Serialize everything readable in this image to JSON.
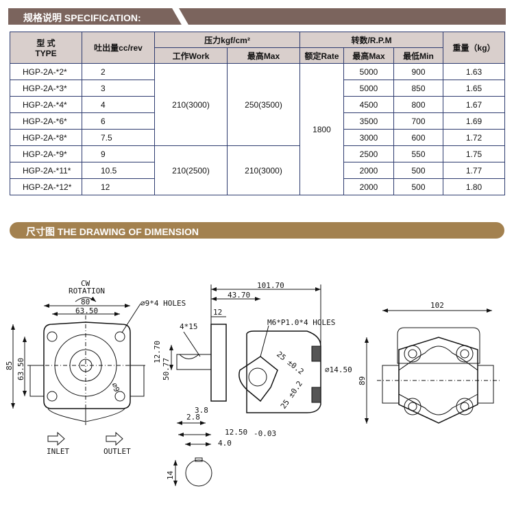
{
  "spec_header": "规格说明 SPECIFICATION:",
  "table": {
    "headers": {
      "type_cn": "型 式",
      "type_en": "TYPE",
      "displacement": "吐出量cc/rev",
      "pressure": "压力kgf/cm²",
      "work": "工作Work",
      "max": "最高Max",
      "speed": "转数/R.P.M",
      "rate": "额定Rate",
      "speed_max": "最高Max",
      "speed_min": "最低Min",
      "weight": "重量（kg）"
    },
    "rows": [
      {
        "type": "HGP-2A-*2*",
        "disp": "2",
        "max_rpm": "5000",
        "min_rpm": "900",
        "weight": "1.63"
      },
      {
        "type": "HGP-2A-*3*",
        "disp": "3",
        "max_rpm": "5000",
        "min_rpm": "850",
        "weight": "1.65"
      },
      {
        "type": "HGP-2A-*4*",
        "disp": "4",
        "max_rpm": "4500",
        "min_rpm": "800",
        "weight": "1.67"
      },
      {
        "type": "HGP-2A-*6*",
        "disp": "6",
        "max_rpm": "3500",
        "min_rpm": "700",
        "weight": "1.69"
      },
      {
        "type": "HGP-2A-*8*",
        "disp": "7.5",
        "max_rpm": "3000",
        "min_rpm": "600",
        "weight": "1.72"
      },
      {
        "type": "HGP-2A-*9*",
        "disp": "9",
        "max_rpm": "2500",
        "min_rpm": "550",
        "weight": "1.75"
      },
      {
        "type": "HGP-2A-*11*",
        "disp": "10.5",
        "max_rpm": "2000",
        "min_rpm": "500",
        "weight": "1.77"
      },
      {
        "type": "HGP-2A-*12*",
        "disp": "12",
        "max_rpm": "2000",
        "min_rpm": "500",
        "weight": "1.80"
      }
    ],
    "group1": {
      "work": "210(3000)",
      "max": "250(3500)"
    },
    "group2": {
      "work": "210(2500)",
      "max": "210(3000)"
    },
    "rate": "1800"
  },
  "drawing_header": "尺寸图 THE DRAWING OF DIMENSION",
  "drawing": {
    "cw": "CW",
    "rotation": "ROTATION",
    "d80": "80",
    "d6350a": "63.50",
    "d85": "85",
    "d6350b": "63.50",
    "holes9": "⌀9*4 HOLES",
    "d09": "⌀9",
    "inlet": "INLET",
    "outlet": "OUTLET",
    "d10170": "101.70",
    "d4370": "43.70",
    "d12": "12",
    "m6": "M6*P1.0*4 HOLES",
    "d415": "4*15",
    "d1270": "12.70",
    "d1450": "⌀14.50",
    "d25a": "25 ±0.2",
    "d25b": "25 ±0.2",
    "d38": "3.8",
    "d28": "2.8",
    "d1250": "12.50",
    "d1250tol": "-0.03",
    "d40": "4.0",
    "d14": "14",
    "d502": "50.77",
    "d102": "102",
    "d89": "89"
  }
}
